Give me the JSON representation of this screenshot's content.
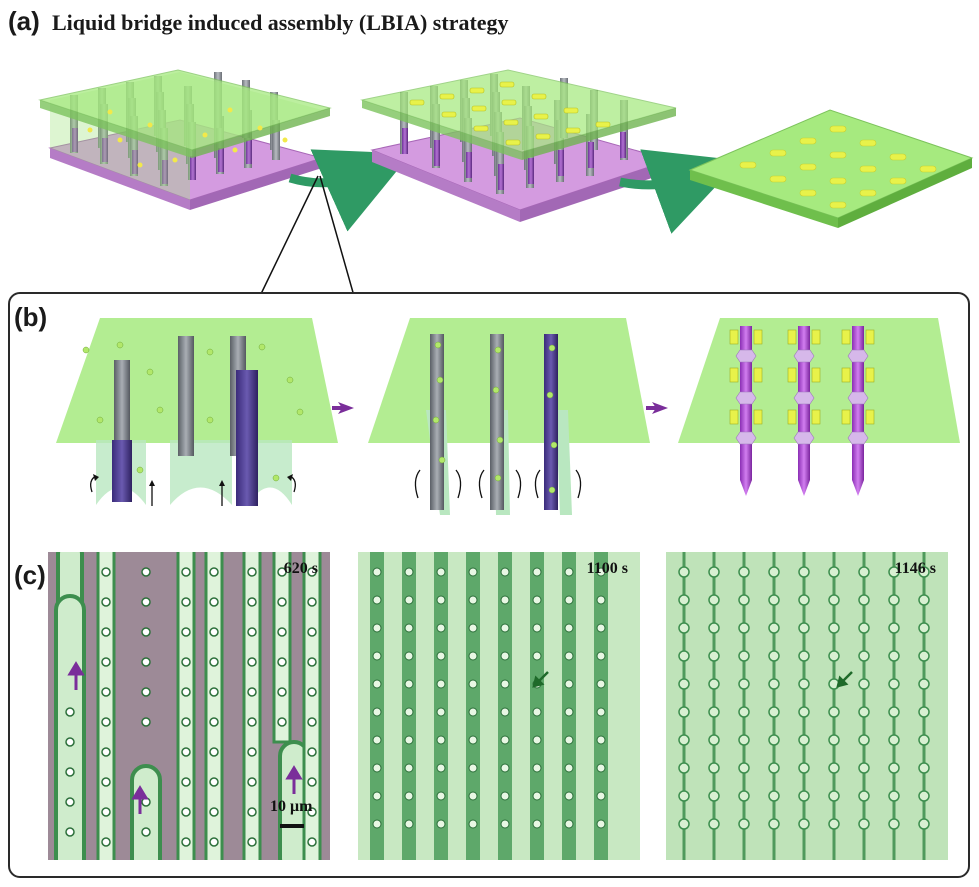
{
  "panel_a": {
    "label": "(a)",
    "title": "Liquid bridge induced assembly (LBIA) strategy"
  },
  "panel_b": {
    "label": "(b)"
  },
  "panel_c": {
    "label": "(c)",
    "times": [
      "620 s",
      "1100 s",
      "1146 s"
    ],
    "scale_bar": "10 μm"
  },
  "colors": {
    "green_film": "#9ee27a",
    "magenta_substrate": "#c27ad6",
    "pillar": "#8a8f97",
    "arrow_green": "#2f9a64",
    "arrow_purple": "#7a2e9a",
    "frame": "#2a2a2a",
    "micro_green": "#8fcf8a",
    "micro_gray": "#9d8a97"
  }
}
